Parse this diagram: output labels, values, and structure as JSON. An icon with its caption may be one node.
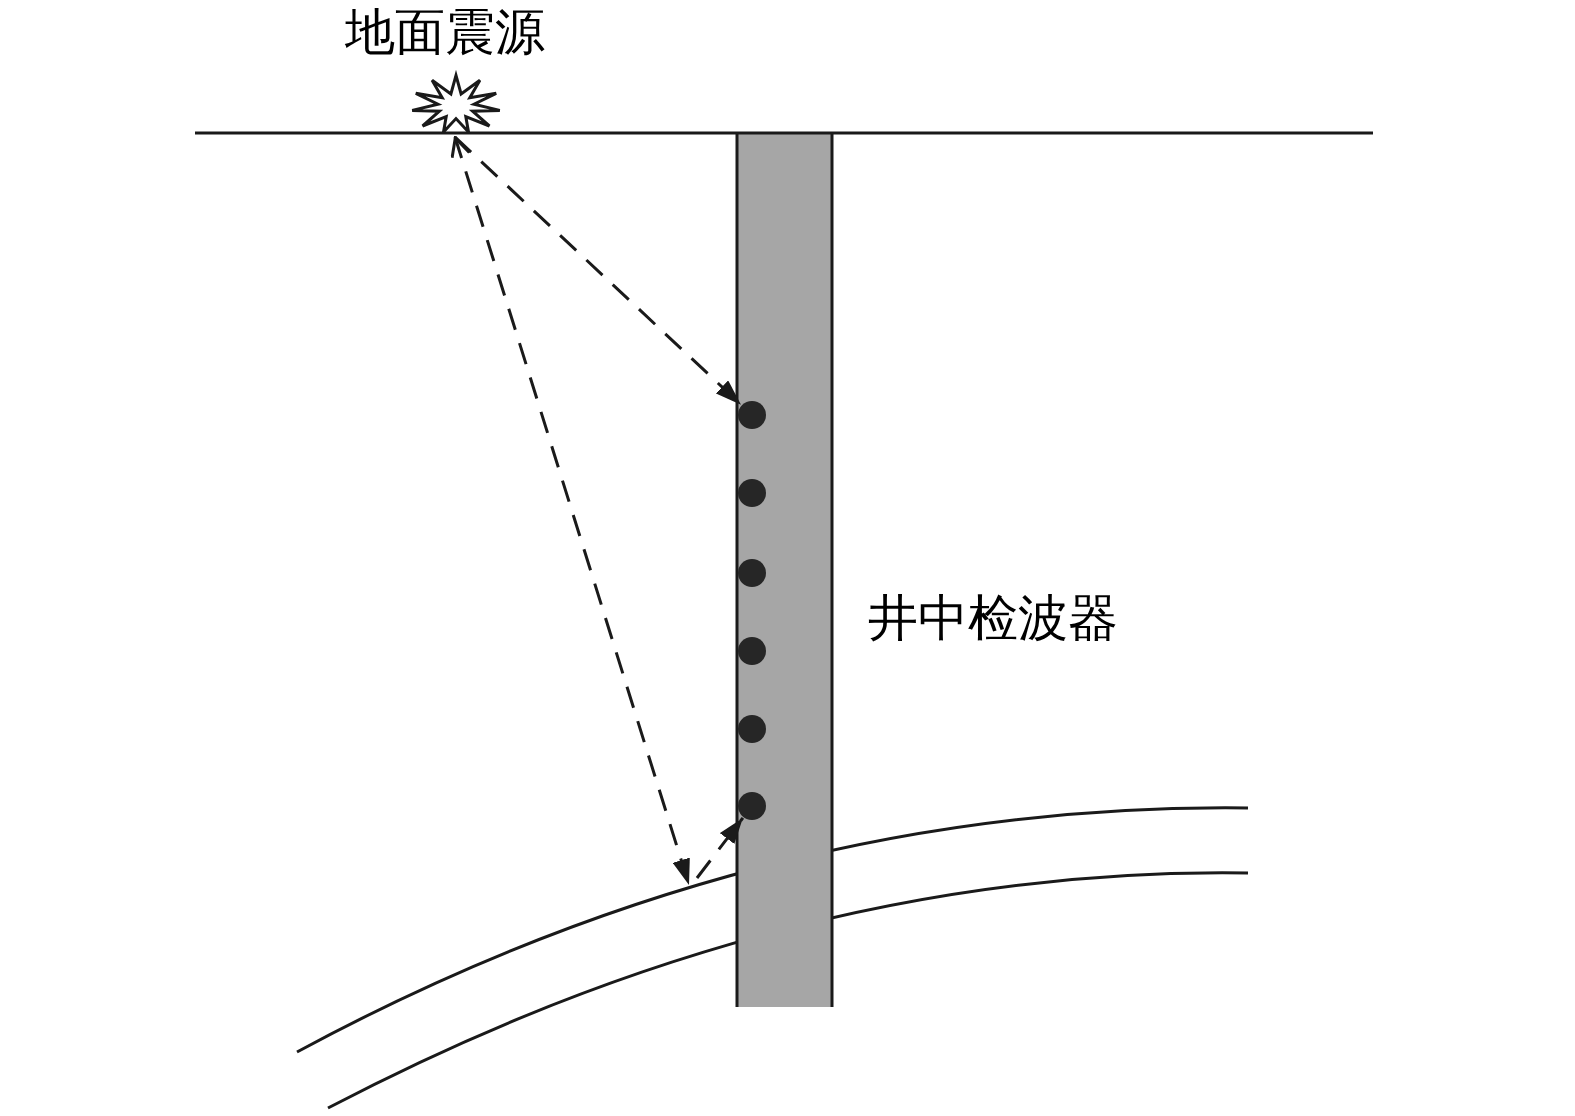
{
  "diagram": {
    "nodes": [
      {
        "text": [
          "地面震源"
        ]
      },
      {
        "text": [],
        "shape": "circle"
      },
      {
        "text": [],
        "shape": "circle"
      },
      {
        "text": [],
        "shape": "circle"
      },
      {
        "text": [],
        "shape": "circle"
      },
      {
        "text": [],
        "shape": "circle"
      },
      {
        "text": [],
        "shape": "circle"
      }
    ],
    "edges": [
      {
        "from": 0,
        "to": 1,
        "arrow": "to",
        "style": "dashed"
      },
      {
        "from": 0,
        "to": null,
        "arrow": "both",
        "style": "dashed"
      },
      {
        "from": null,
        "to": 6,
        "arrow": "to",
        "style": "dashed"
      }
    ],
    "labels": [
      "井中检波器"
    ]
  }
}
